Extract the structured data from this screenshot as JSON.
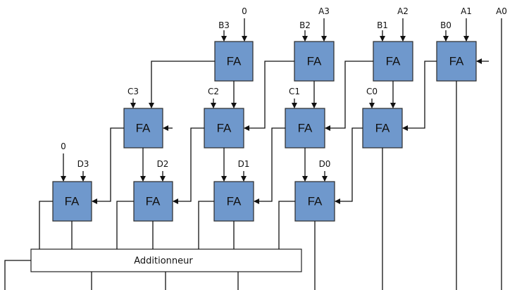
{
  "adders": {
    "fa_label": "FA",
    "row1": {
      "inputs_top": [
        "B3",
        "0",
        "B2",
        "A3",
        "B1",
        "A2",
        "B0",
        "A1"
      ]
    },
    "row2": {
      "inputs_top": [
        "C3",
        "C2",
        "C1",
        "C0"
      ]
    },
    "row3": {
      "inputs_top": [
        "0",
        "D3",
        "D2",
        "D1",
        "D0"
      ]
    }
  },
  "labels": {
    "a0": "A0"
  },
  "final_adder": {
    "label": "Additionneur"
  },
  "colors": {
    "fa_fill": "#6f98cc",
    "wire": "#111111"
  }
}
